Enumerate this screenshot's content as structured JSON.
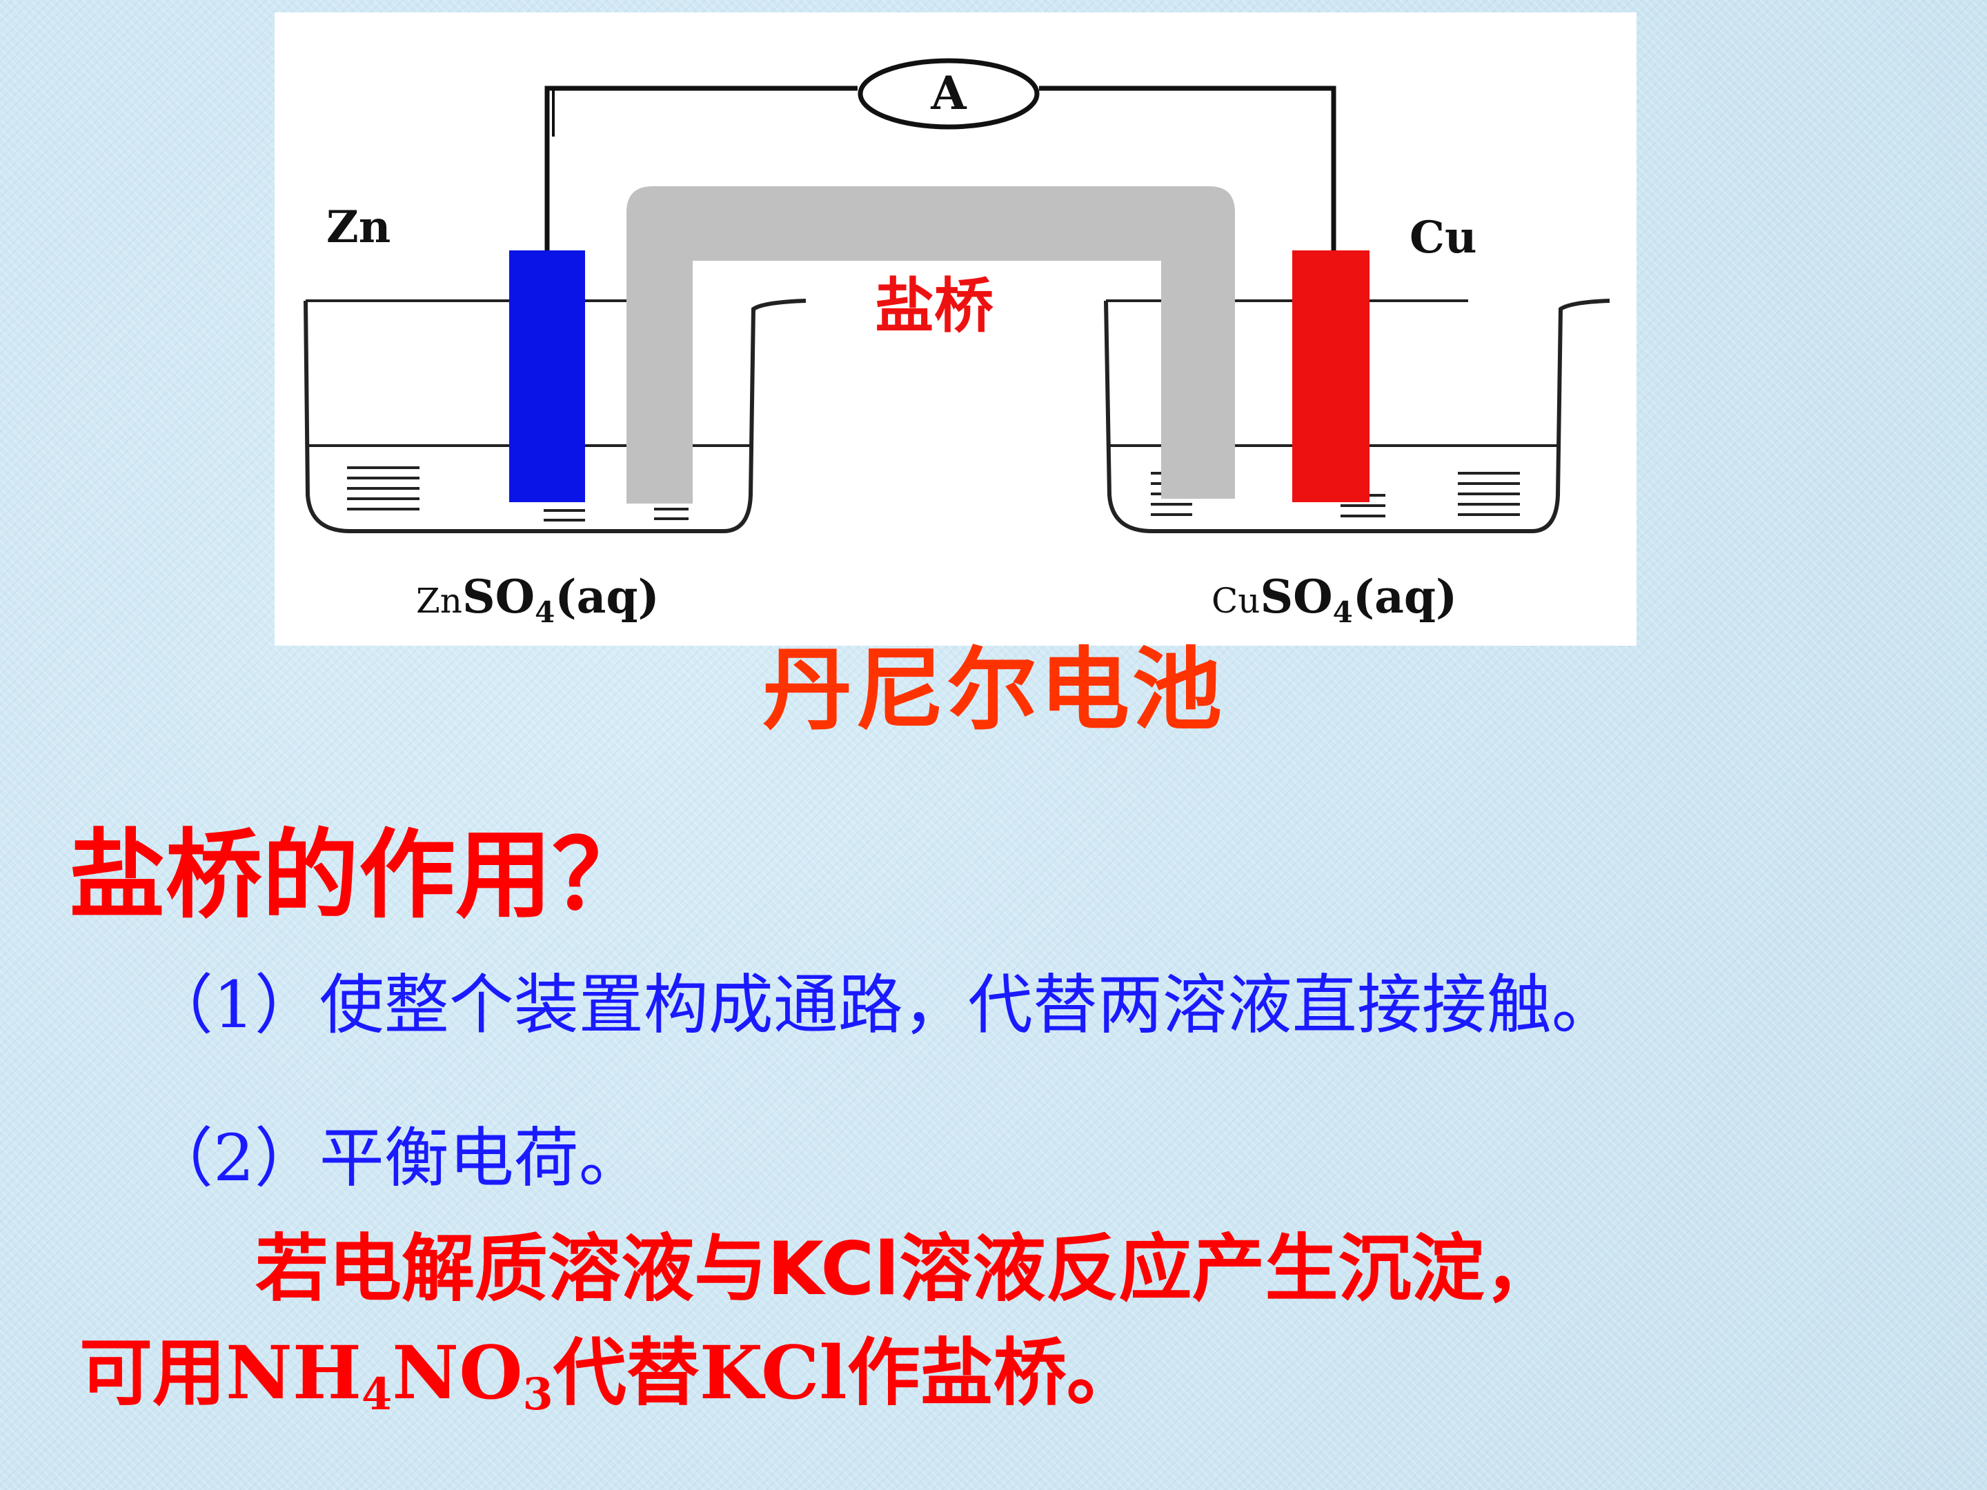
{
  "diagram": {
    "ammeter_label": "A",
    "zn_electrode_label": "Zn",
    "cu_electrode_label": "Cu",
    "salt_bridge_label": "盐桥",
    "left_solution": {
      "prefix": "Zn",
      "main": "SO",
      "sub": "4",
      "suffix": "(aq)"
    },
    "right_solution": {
      "prefix": "Cu",
      "main": "SO",
      "sub": "4",
      "suffix": "(aq)"
    },
    "colors": {
      "zinc": "#0a14e6",
      "copper": "#ee1111",
      "bridge": "#c0c0c0",
      "label": "#ee1111"
    }
  },
  "caption": "丹尼尔电池",
  "question": "盐桥的作用？",
  "points": [
    "（1）使整个装置构成通路，代替两溶液直接接触。",
    "（2）平衡电荷。"
  ],
  "note": {
    "line1": "若电解质溶液与KCl溶液反应产生沉淀，",
    "line2": {
      "part1": "可用",
      "chem1_a": "NH",
      "chem1_sub1": "4",
      "chem1_b": "NO",
      "chem1_sub2": "3",
      "part2": "代替",
      "chem2": "KCl",
      "part3": "作盐桥。"
    }
  }
}
